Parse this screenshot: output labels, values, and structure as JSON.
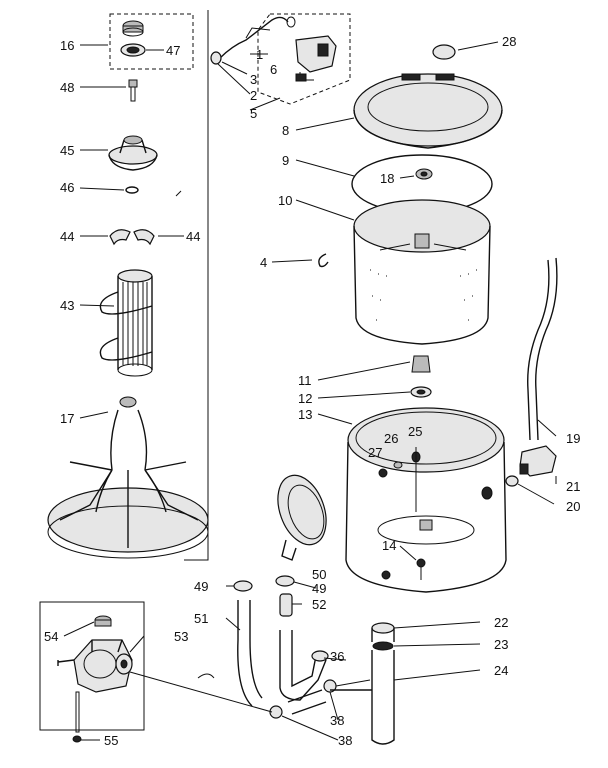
{
  "labels": {
    "l16": "16",
    "l47": "47",
    "l48": "48",
    "l45": "45",
    "l46": "46",
    "l44a": "44",
    "l44b": "44",
    "l43": "43",
    "l17": "17",
    "l1": "1",
    "l6": "6",
    "l3": "3",
    "l2": "2",
    "l5": "5",
    "l28": "28",
    "l8": "8",
    "l9": "9",
    "l18": "18",
    "l10": "10",
    "l4": "4",
    "l11": "11",
    "l12": "12",
    "l13": "13",
    "l25": "25",
    "l26": "26",
    "l27": "27",
    "l19": "19",
    "l21": "21",
    "l20": "20",
    "l14": "14",
    "l49a": "49",
    "l49b": "49",
    "l50": "50",
    "l51": "51",
    "l52": "52",
    "l22": "22",
    "l23": "23",
    "l24": "24",
    "l36": "36",
    "l38a": "38",
    "l38b": "38",
    "l54": "54",
    "l53": "53",
    "l55": "55"
  }
}
